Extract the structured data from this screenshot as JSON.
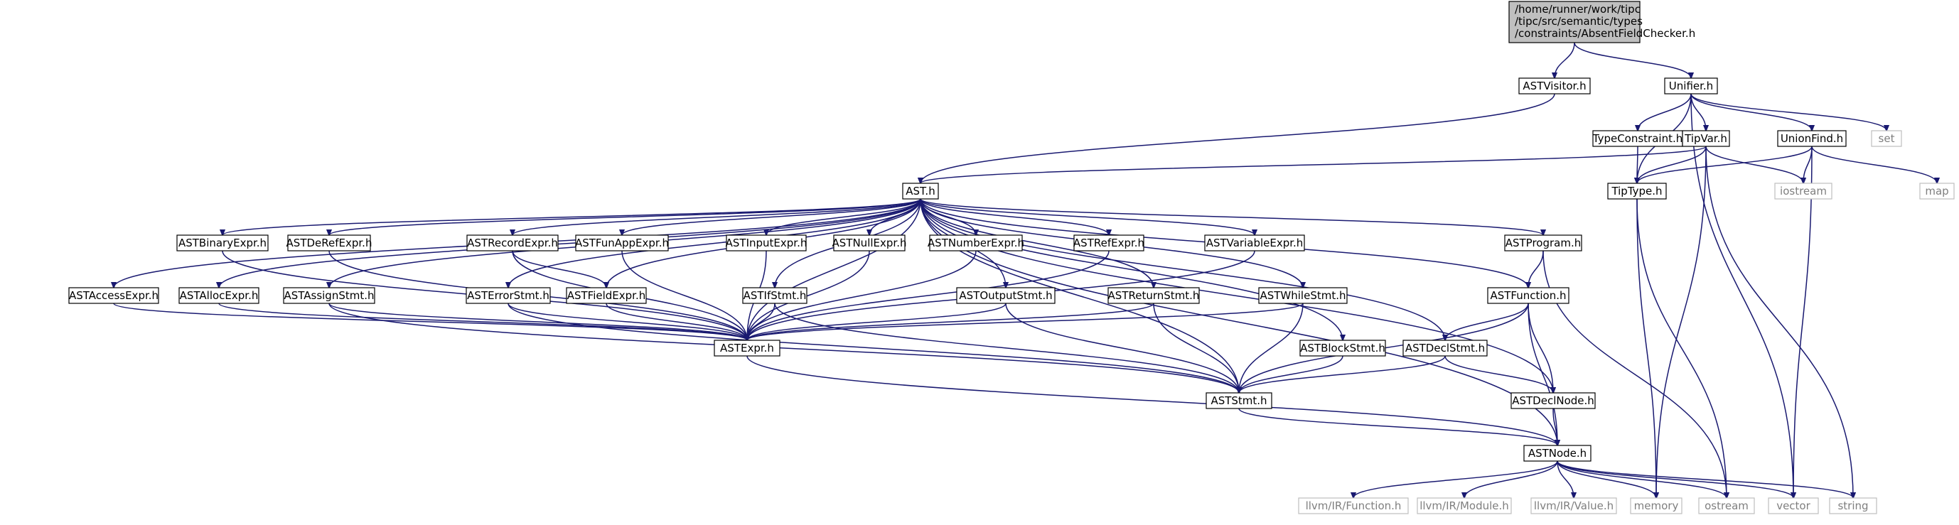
{
  "diagram": {
    "root": {
      "lines": [
        "/home/runner/work/tipc",
        "/tipc/src/semantic/types",
        "/constraints/AbsentFieldChecker.h"
      ]
    },
    "nodes": {
      "ASTVisitor": "ASTVisitor.h",
      "Unifier": "Unifier.h",
      "TypeConstraint": "TypeConstraint.h",
      "TipVar": "TipVar.h",
      "UnionFind": "UnionFind.h",
      "set": "set",
      "AST": "AST.h",
      "TipType": "TipType.h",
      "iostream": "iostream",
      "map": "map",
      "ASTBinaryExpr": "ASTBinaryExpr.h",
      "ASTDeRefExpr": "ASTDeRefExpr.h",
      "ASTRecordExpr": "ASTRecordExpr.h",
      "ASTFunAppExpr": "ASTFunAppExpr.h",
      "ASTInputExpr": "ASTInputExpr.h",
      "ASTNullExpr": "ASTNullExpr.h",
      "ASTNumberExpr": "ASTNumberExpr.h",
      "ASTRefExpr": "ASTRefExpr.h",
      "ASTVariableExpr": "ASTVariableExpr.h",
      "ASTProgram": "ASTProgram.h",
      "ASTAccessExpr": "ASTAccessExpr.h",
      "ASTAllocExpr": "ASTAllocExpr.h",
      "ASTAssignStmt": "ASTAssignStmt.h",
      "ASTErrorStmt": "ASTErrorStmt.h",
      "ASTFieldExpr": "ASTFieldExpr.h",
      "ASTIfStmt": "ASTIfStmt.h",
      "ASTOutputStmt": "ASTOutputStmt.h",
      "ASTReturnStmt": "ASTReturnStmt.h",
      "ASTWhileStmt": "ASTWhileStmt.h",
      "ASTFunction": "ASTFunction.h",
      "ASTExpr": "ASTExpr.h",
      "ASTBlockStmt": "ASTBlockStmt.h",
      "ASTDeclStmt": "ASTDeclStmt.h",
      "ASTStmt": "ASTStmt.h",
      "ASTDeclNode": "ASTDeclNode.h",
      "ASTNode": "ASTNode.h",
      "llvmFunction": "llvm/IR/Function.h",
      "llvmModule": "llvm/IR/Module.h",
      "llvmValue": "llvm/IR/Value.h",
      "memory": "memory",
      "ostream": "ostream",
      "vector": "vector",
      "string": "string"
    },
    "edges": [
      [
        "root",
        "ASTVisitor"
      ],
      [
        "root",
        "Unifier"
      ],
      [
        "ASTVisitor",
        "AST"
      ],
      [
        "Unifier",
        "TypeConstraint"
      ],
      [
        "Unifier",
        "TipVar"
      ],
      [
        "Unifier",
        "UnionFind"
      ],
      [
        "Unifier",
        "set"
      ],
      [
        "Unifier",
        "TipType"
      ],
      [
        "Unifier",
        "vector"
      ],
      [
        "TypeConstraint",
        "TipType"
      ],
      [
        "TipVar",
        "AST"
      ],
      [
        "TipVar",
        "TipType"
      ],
      [
        "TipVar",
        "iostream"
      ],
      [
        "TipVar",
        "memory"
      ],
      [
        "TipVar",
        "string"
      ],
      [
        "UnionFind",
        "TipType"
      ],
      [
        "UnionFind",
        "iostream"
      ],
      [
        "UnionFind",
        "map"
      ],
      [
        "UnionFind",
        "vector"
      ],
      [
        "TipType",
        "memory"
      ],
      [
        "TipType",
        "ostream"
      ],
      [
        "AST",
        "ASTBinaryExpr"
      ],
      [
        "AST",
        "ASTDeRefExpr"
      ],
      [
        "AST",
        "ASTRecordExpr"
      ],
      [
        "AST",
        "ASTFunAppExpr"
      ],
      [
        "AST",
        "ASTInputExpr"
      ],
      [
        "AST",
        "ASTNullExpr"
      ],
      [
        "AST",
        "ASTNumberExpr"
      ],
      [
        "AST",
        "ASTRefExpr"
      ],
      [
        "AST",
        "ASTVariableExpr"
      ],
      [
        "AST",
        "ASTProgram"
      ],
      [
        "AST",
        "ASTAccessExpr"
      ],
      [
        "AST",
        "ASTAllocExpr"
      ],
      [
        "AST",
        "ASTAssignStmt"
      ],
      [
        "AST",
        "ASTErrorStmt"
      ],
      [
        "AST",
        "ASTFieldExpr"
      ],
      [
        "AST",
        "ASTIfStmt"
      ],
      [
        "AST",
        "ASTOutputStmt"
      ],
      [
        "AST",
        "ASTReturnStmt"
      ],
      [
        "AST",
        "ASTWhileStmt"
      ],
      [
        "AST",
        "ASTFunction"
      ],
      [
        "AST",
        "ASTExpr"
      ],
      [
        "AST",
        "ASTBlockStmt"
      ],
      [
        "AST",
        "ASTDeclStmt"
      ],
      [
        "AST",
        "ASTStmt"
      ],
      [
        "AST",
        "ASTDeclNode"
      ],
      [
        "AST",
        "ASTNode"
      ],
      [
        "ASTBinaryExpr",
        "ASTExpr"
      ],
      [
        "ASTDeRefExpr",
        "ASTExpr"
      ],
      [
        "ASTRecordExpr",
        "ASTFieldExpr"
      ],
      [
        "ASTRecordExpr",
        "ASTExpr"
      ],
      [
        "ASTFunAppExpr",
        "ASTExpr"
      ],
      [
        "ASTInputExpr",
        "ASTExpr"
      ],
      [
        "ASTNullExpr",
        "ASTExpr"
      ],
      [
        "ASTNumberExpr",
        "ASTExpr"
      ],
      [
        "ASTRefExpr",
        "ASTExpr"
      ],
      [
        "ASTVariableExpr",
        "ASTExpr"
      ],
      [
        "ASTProgram",
        "ASTFunction"
      ],
      [
        "ASTProgram",
        "ostream"
      ],
      [
        "ASTAccessExpr",
        "ASTExpr"
      ],
      [
        "ASTAllocExpr",
        "ASTExpr"
      ],
      [
        "ASTAssignStmt",
        "ASTExpr"
      ],
      [
        "ASTAssignStmt",
        "ASTStmt"
      ],
      [
        "ASTErrorStmt",
        "ASTExpr"
      ],
      [
        "ASTErrorStmt",
        "ASTStmt"
      ],
      [
        "ASTFieldExpr",
        "ASTExpr"
      ],
      [
        "ASTIfStmt",
        "ASTExpr"
      ],
      [
        "ASTIfStmt",
        "ASTStmt"
      ],
      [
        "ASTOutputStmt",
        "ASTExpr"
      ],
      [
        "ASTOutputStmt",
        "ASTStmt"
      ],
      [
        "ASTReturnStmt",
        "ASTExpr"
      ],
      [
        "ASTReturnStmt",
        "ASTStmt"
      ],
      [
        "ASTWhileStmt",
        "ASTExpr"
      ],
      [
        "ASTWhileStmt",
        "ASTStmt"
      ],
      [
        "ASTFunction",
        "ASTDeclStmt"
      ],
      [
        "ASTFunction",
        "ASTStmt"
      ],
      [
        "ASTFunction",
        "ASTDeclNode"
      ],
      [
        "ASTFunction",
        "ASTNode"
      ],
      [
        "ASTExpr",
        "ASTNode"
      ],
      [
        "ASTBlockStmt",
        "ASTStmt"
      ],
      [
        "ASTDeclStmt",
        "ASTStmt"
      ],
      [
        "ASTDeclStmt",
        "ASTDeclNode"
      ],
      [
        "ASTStmt",
        "ASTNode"
      ],
      [
        "ASTDeclNode",
        "ASTNode"
      ],
      [
        "ASTNode",
        "llvmFunction"
      ],
      [
        "ASTNode",
        "llvmModule"
      ],
      [
        "ASTNode",
        "llvmValue"
      ],
      [
        "ASTNode",
        "memory"
      ],
      [
        "ASTNode",
        "ostream"
      ],
      [
        "ASTNode",
        "vector"
      ],
      [
        "ASTNode",
        "string"
      ]
    ]
  }
}
